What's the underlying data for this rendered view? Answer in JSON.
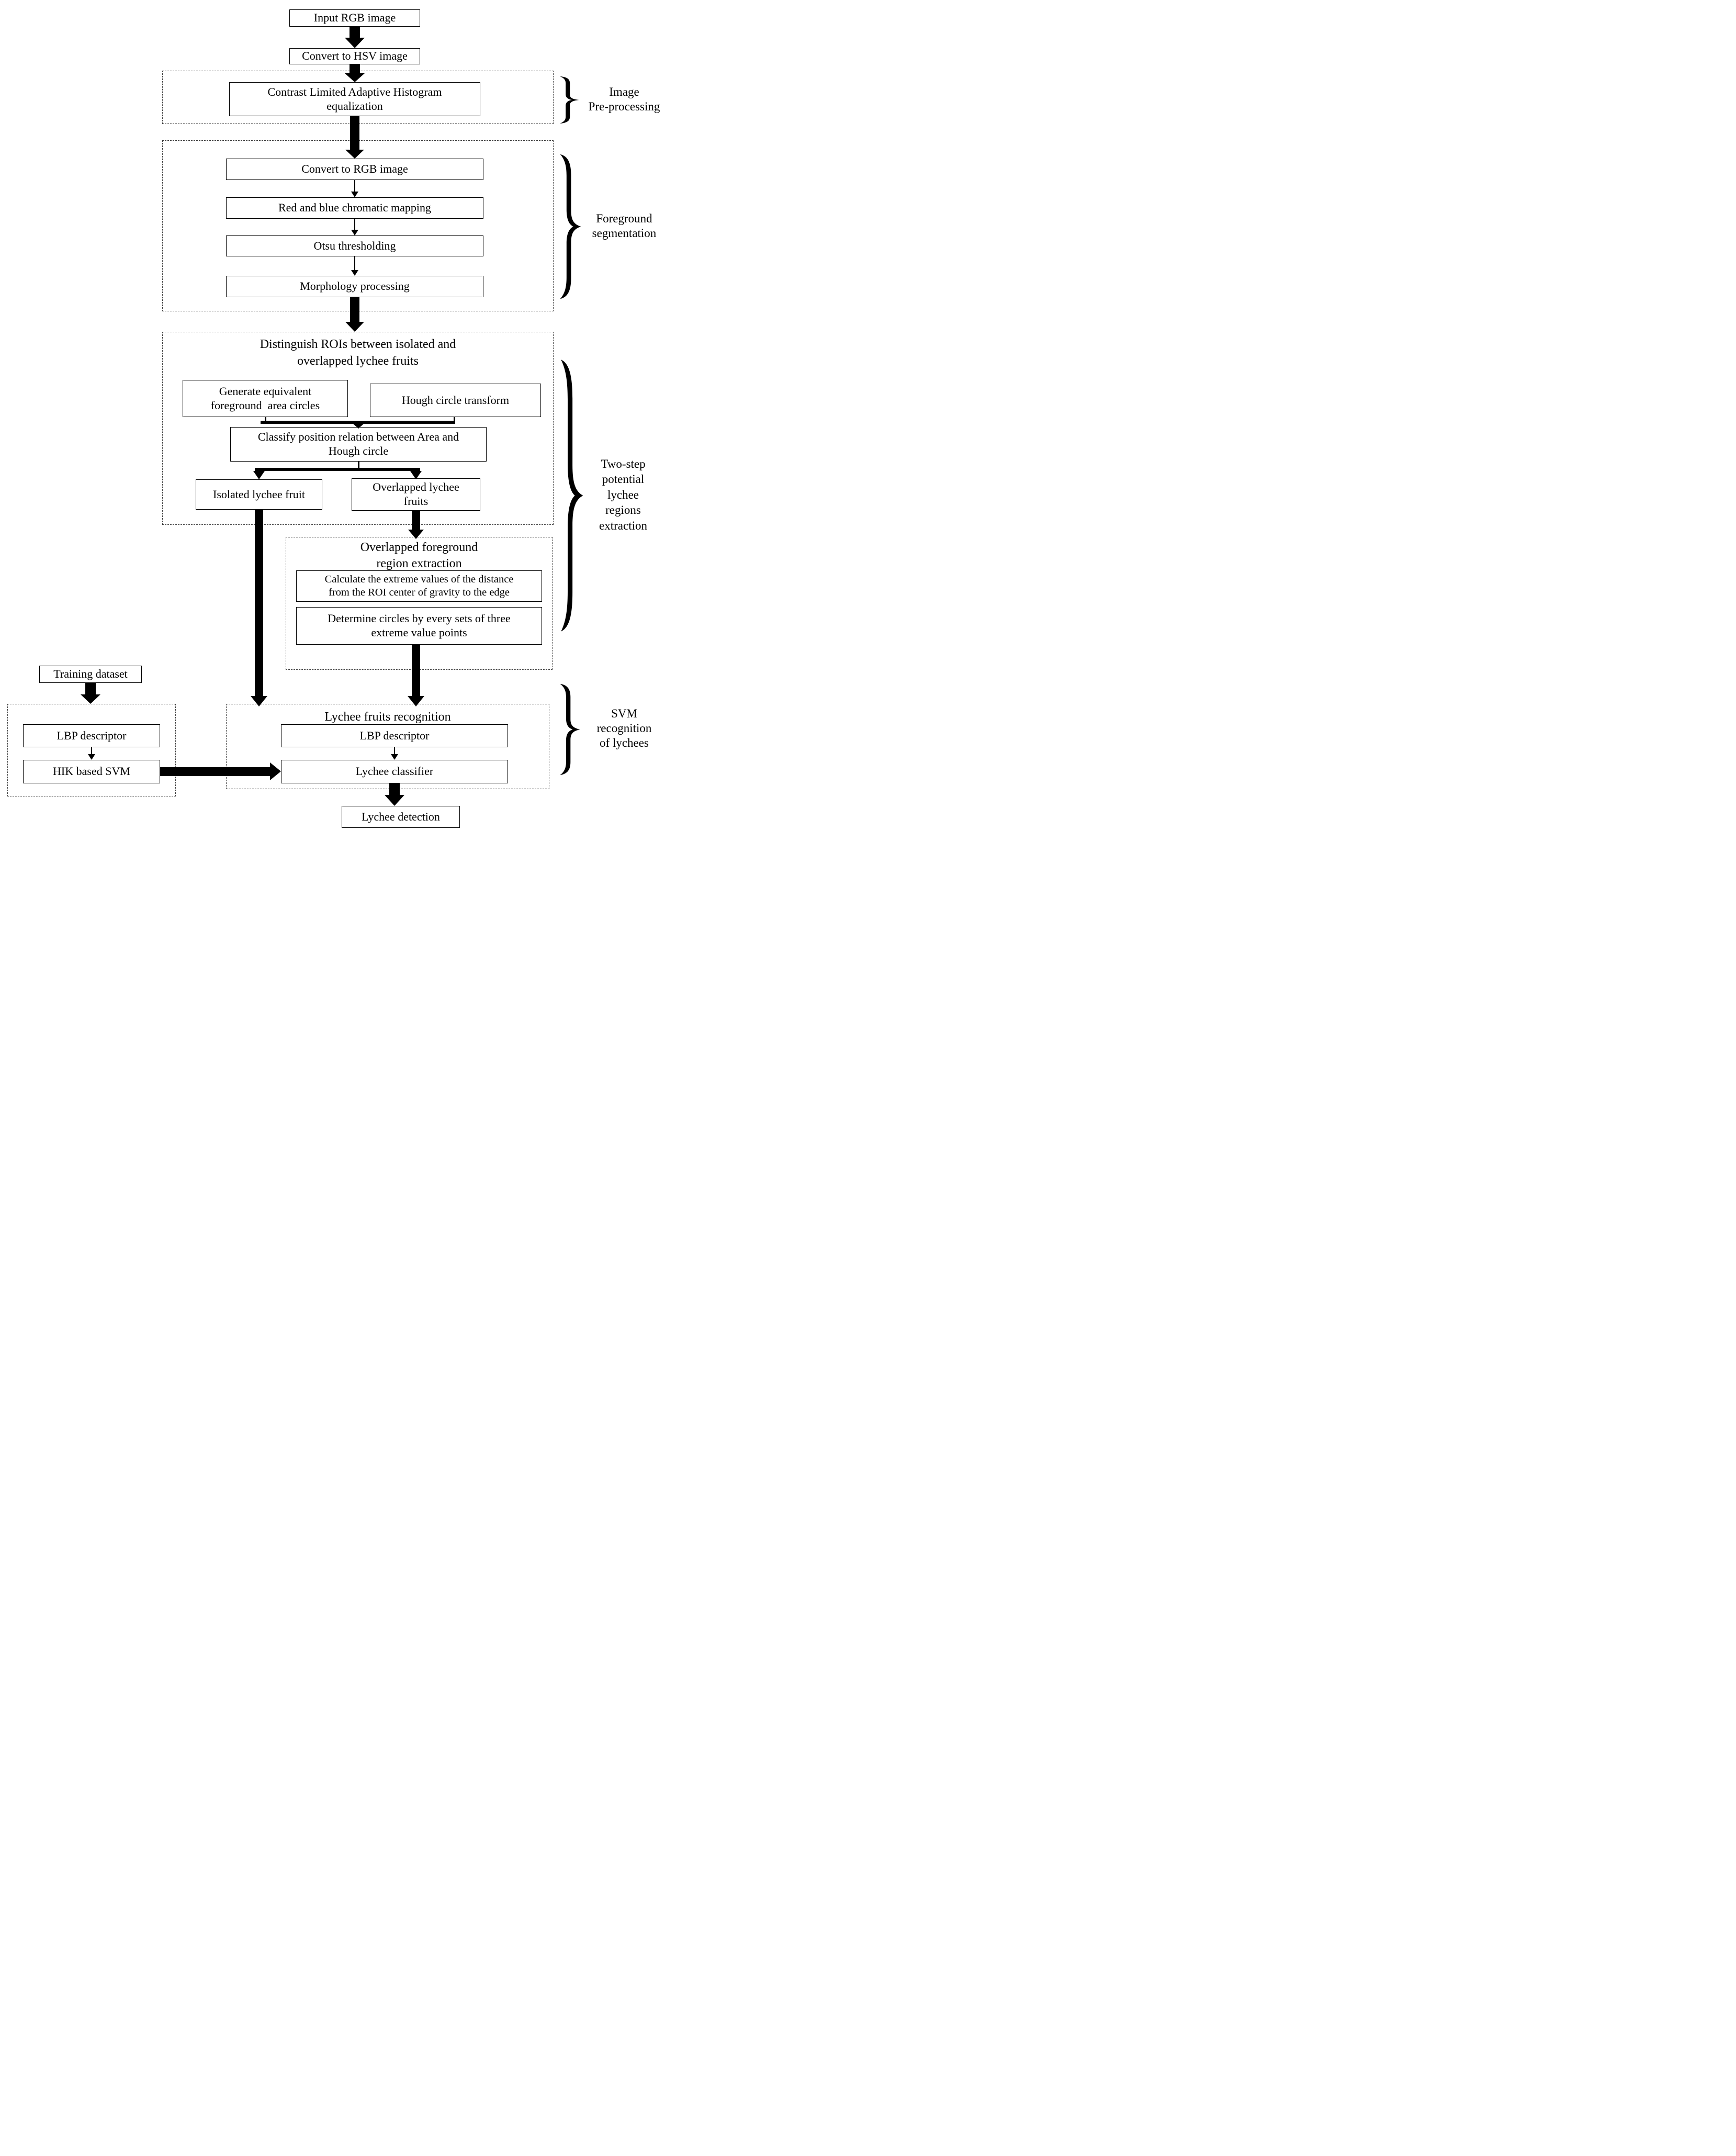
{
  "diagram": {
    "type": "flowchart",
    "topic": "Lychee fruit detection pipeline",
    "colors": {
      "line": "#000000",
      "background": "#ffffff",
      "box_border": "#000000",
      "dashed_border": "#3a3a3a"
    },
    "nodes": {
      "input_rgb": {
        "label": "Input RGB image"
      },
      "convert_hsv": {
        "label": "Convert to HSV image"
      },
      "clahe": {
        "label": "Contrast Limited Adaptive Histogram\nequalization"
      },
      "convert_rgb": {
        "label": "Convert to RGB image"
      },
      "chromatic": {
        "label": "Red and blue chromatic mapping"
      },
      "otsu": {
        "label": "Otsu thresholding"
      },
      "morphology": {
        "label": "Morphology processing"
      },
      "generate_circles": {
        "label": "Generate equivalent\nforeground  area circles"
      },
      "hough": {
        "label": "Hough circle transform"
      },
      "classify": {
        "label": "Classify position relation between Area and\nHough circle"
      },
      "isolated": {
        "label": "Isolated lychee fruit"
      },
      "overlapped": {
        "label": "Overlapped lychee\nfruits"
      },
      "calculate": {
        "label": "Calculate the extreme values of the distance\nfrom the ROI center of gravity to the edge"
      },
      "determine": {
        "label": "Determine circles by every sets of three\nextreme value points"
      },
      "training": {
        "label": "Training dataset"
      },
      "lbp_training": {
        "label": "LBP descriptor"
      },
      "hik_svm": {
        "label": "HIK based SVM"
      },
      "lbp_recognition": {
        "label": "LBP descriptor"
      },
      "classifier": {
        "label": "Lychee classifier"
      },
      "detection": {
        "label": "Lychee detection"
      }
    },
    "section_titles": {
      "roi": {
        "label": "Distinguish ROIs between isolated and\noverlapped lychee fruits"
      },
      "overlap": {
        "label": "Overlapped foreground\nregion extraction"
      },
      "recognition": {
        "label": "Lychee fruits recognition"
      }
    },
    "stage_labels": {
      "preprocessing": {
        "label": "Image\nPre-processing"
      },
      "segmentation": {
        "label": "Foreground\nsegmentation"
      },
      "two_step": {
        "label": "Two-step\npotential\nlychee\nregions\nextraction"
      },
      "svm": {
        "label": "SVM\nrecognition\nof lychees"
      }
    }
  }
}
